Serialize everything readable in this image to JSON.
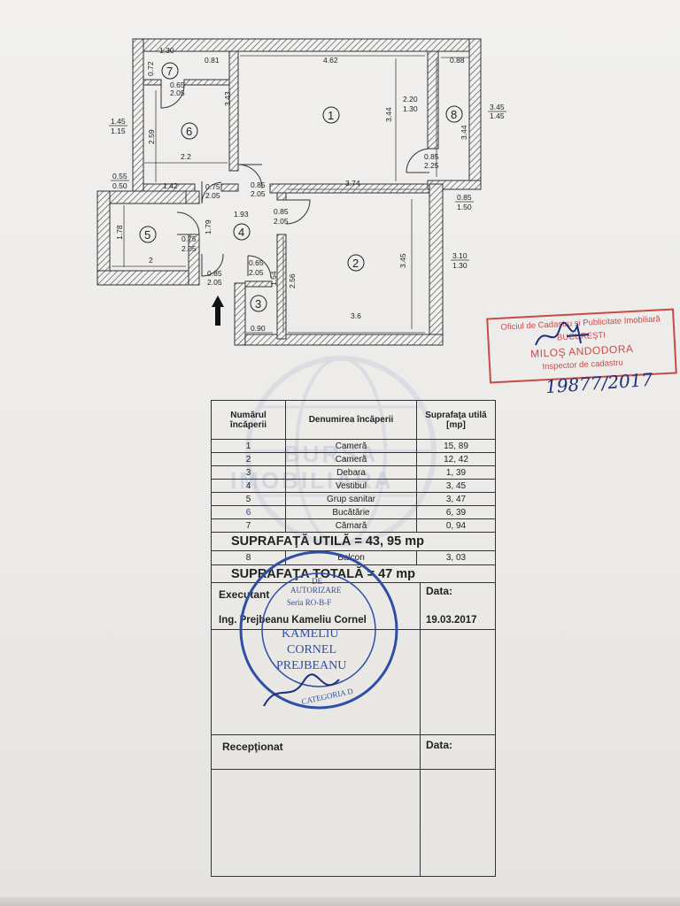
{
  "plan": {
    "rooms": [
      "1",
      "2",
      "3",
      "4",
      "5",
      "6",
      "7",
      "8"
    ],
    "dimensions": {
      "d_1_30": "1.30",
      "d_0_72": "0.72",
      "d_0_81": "0.81",
      "d_4_62": "4.62",
      "d_0_88": "0.88",
      "d_0_65a": "0.65",
      "d_2_05a": "2.05",
      "d_3_43": "3.43",
      "d_2_20": "2.20",
      "d_1_30b": "1.30",
      "d_3_44": "3.44",
      "d_3_44b": "3.44",
      "d_3_45a": "3.45",
      "d_1_45": "1.45",
      "d_1_45b": "1.45",
      "d_1_15": "1.15",
      "d_2_59": "2.59",
      "d_2_2": "2.2",
      "d_0_85a": "0.85",
      "d_2_25": "2.25",
      "d_0_55": "0.55",
      "d_0_50": "0.50",
      "d_1_42": "1.42",
      "d_0_75a": "0.75",
      "d_2_05b": "2.05",
      "d_0_85b": "0.85",
      "d_2_05c": "2.05",
      "d_3_74": "3.74",
      "d_0_85c": "0.85",
      "d_1_50": "1.50",
      "d_1_93": "1.93",
      "d_0_85d": "0.85",
      "d_2_05d": "2.05",
      "d_1_78": "1.78",
      "d_1_79": "1.79",
      "d_0_75b": "0.75",
      "d_2_05e": "2.05",
      "d_3_45b": "3.45",
      "d_3_10": "3.10",
      "d_1_30c": "1.30",
      "d_2": "2",
      "d_0_85e": "0.85",
      "d_2_05f": "2.05",
      "d_0_65b": "0.65",
      "d_2_05g": "2.05",
      "d_2_56": "2.56",
      "d_1_54": "1.54",
      "d_3_6": "3.6",
      "d_0_90": "0.90"
    }
  },
  "table": {
    "headers": [
      "Numărul încăperii",
      "Denumirea încăperii",
      "Suprafaţa utilă [mp]"
    ],
    "rows": [
      {
        "num": "1",
        "name": "Cameră",
        "area": "15, 89"
      },
      {
        "num": "2",
        "name": "Cameră",
        "area": "12, 42"
      },
      {
        "num": "3",
        "name": "Debara",
        "area": "1, 39"
      },
      {
        "num": "4",
        "name": "Vestibul",
        "area": "3, 45"
      },
      {
        "num": "5",
        "name": "Grup sanitar",
        "area": "3, 47"
      },
      {
        "num": "6",
        "name": "Bucătărie",
        "area": "6, 39"
      },
      {
        "num": "7",
        "name": "Cămară",
        "area": "0, 94"
      }
    ],
    "util_total": "SUPRAFAŢĂ  UTILĂ = 43, 95 mp",
    "balcony": {
      "num": "8",
      "name": "Balcon",
      "area": "3, 03"
    },
    "grand_total": "SUPRAFAŢA  TOTALĂ = 47 mp",
    "executant_label": "Executant",
    "executant_name": "Ing. Prejbeanu Kameliu Cornel",
    "date_label": "Data:",
    "date_value": "19.03.2017",
    "receptionat_label": "Recepţionat",
    "date_label2": "Data:"
  },
  "red_stamp": {
    "line1": "Oficiul de Cadastru şi Publicitate Imobiliară",
    "line2": "BUCUREŞTI",
    "line3": "MILOŞ ANDODORA",
    "line4": "Inspector de cadastru"
  },
  "registration_number": "19877/2017",
  "blue_stamp": {
    "line1": "DE",
    "line2": "AUTORIZARE",
    "line3": "Seria RO-B-F",
    "line4": "KAMELIU",
    "line5": "CORNEL",
    "line6": "PREJBEANU",
    "line7": "CATEGORIA D"
  },
  "watermark": {
    "line1": "BURSA",
    "line2": "IMOBILIARA"
  },
  "colors": {
    "red_stamp": "#c84a47",
    "blue_stamp": "#2f4ea8",
    "ink": "#1d2f7a"
  }
}
